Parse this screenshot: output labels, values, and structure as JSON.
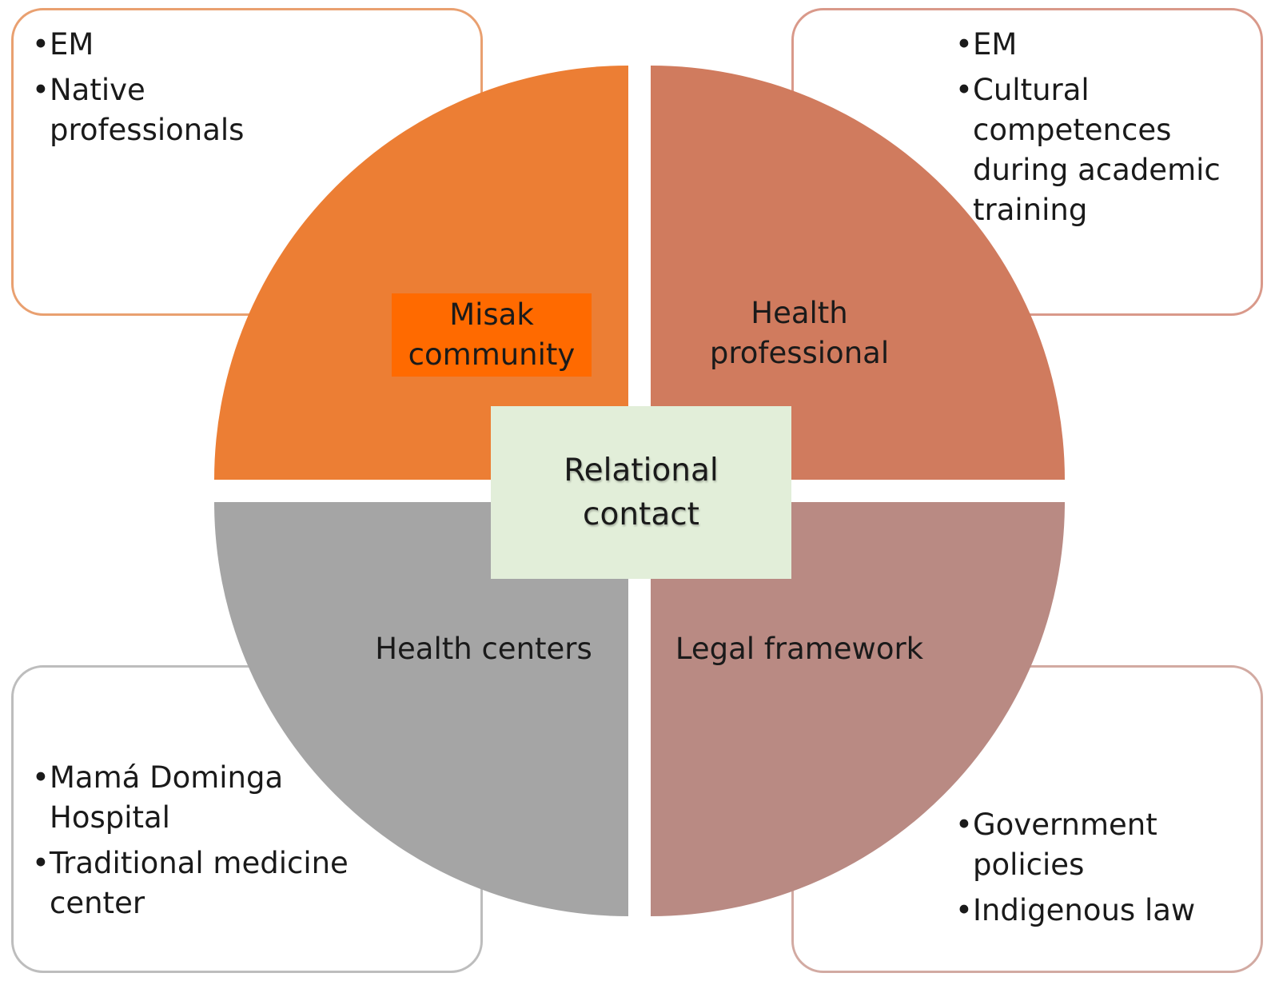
{
  "colors": {
    "misak_quadrant": "#ec7e34",
    "misak_label_bg": "#ff6a00",
    "health_quadrant": "#d07b5e",
    "centers_quadrant": "#a5a5a5",
    "legal_quadrant": "#b98a83",
    "center_box": "#e2eed9"
  },
  "center": {
    "line1": "Relational",
    "line2": "contact"
  },
  "quadrants": {
    "misak": {
      "line1": "Misak",
      "line2": "community"
    },
    "health": {
      "line1": "Health",
      "line2": "professional"
    },
    "centers": {
      "label": "Health centers"
    },
    "legal": {
      "label": "Legal framework"
    }
  },
  "boxes": {
    "top_left": {
      "items": [
        "EM",
        "Native professionals"
      ]
    },
    "top_right": {
      "items": [
        "EM",
        "Cultural competences during academic training"
      ]
    },
    "bottom_left": {
      "items": [
        "Mamá Dominga Hospital",
        "Traditional medicine center"
      ]
    },
    "bottom_right": {
      "items": [
        "Government policies",
        "Indigenous law"
      ]
    }
  }
}
